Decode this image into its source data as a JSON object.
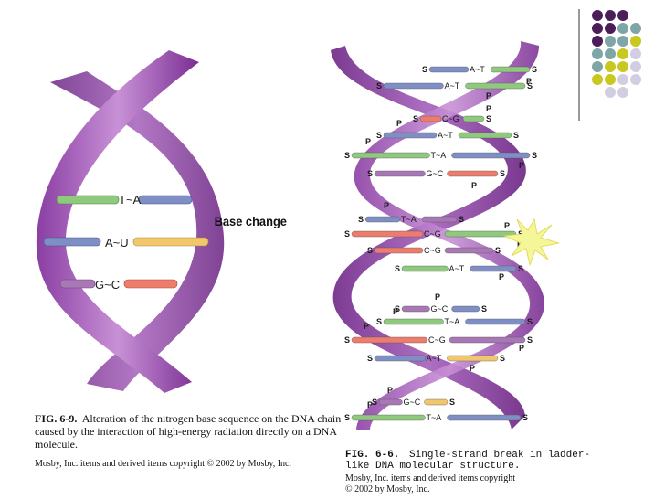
{
  "fig69": {
    "pairs": [
      "T~A",
      "A~U",
      "G~C"
    ],
    "base_change_label": "Base change",
    "caption_fig": "FIG. 6-9.",
    "caption_text_1": "Alteration of the nitrogen base sequence on the DNA chain",
    "caption_text_2": "caused by the interaction of high-energy radiation directly on a DNA",
    "caption_text_3": "molecule.",
    "copyright": "Mosby, Inc. items and derived items copyright © 2002 by Mosby, Inc."
  },
  "fig66": {
    "pairs": [
      "A~T",
      "A~T",
      "C~G",
      "A~T",
      "T~A",
      "G~C",
      "T~A",
      "C~G",
      "C~G",
      "A~T",
      "G~C",
      "T~A",
      "C~G",
      "A~T",
      "G~C",
      "T~A"
    ],
    "p_label": "P",
    "s_label": "S",
    "caption_fig": "FIG. 6-6.",
    "caption_text_1": "Single-strand break in ladder-",
    "caption_text_2": "like DNA molecular structure.",
    "copyright_1": "Mosby, Inc. items and derived items copyright",
    "copyright_2": "© 2002 by Mosby, Inc."
  },
  "colors": {
    "helix_purple": "#7a2f93",
    "helix_light": "#b878c9",
    "green": "#8ec97e",
    "blue": "#7f8fc6",
    "orange": "#f2c66a",
    "salmon": "#ee7c6c",
    "violet": "#a878b6",
    "dot_dark": "#4b1e5a",
    "dot_teal": "#7ea6a6",
    "dot_yellow": "#c8c820",
    "dot_lav": "#d2cde0"
  }
}
